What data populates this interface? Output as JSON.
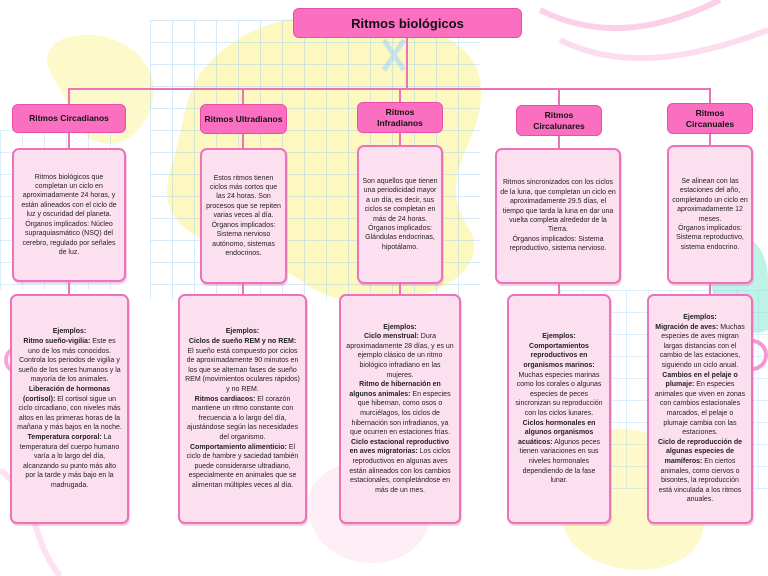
{
  "title": "Ritmos biológicos",
  "columns": [
    {
      "name": "Ritmos Circadianos",
      "description": "Ritmos biológicos que completan un ciclo en aproximadamente 24 horas, y están alineados con el ciclo de luz y oscuridad del planeta.\nÓrganos implicados: Núcleo supraquiasmático (NSQ) del cerebro, regulado por señales de luz.",
      "examples_heading": "Ejemplos:",
      "examples": [
        {
          "label": "Ritmo sueño-vigilia:",
          "text": " Este es uno de los más conocidos. Controla los periodos de vigilia y sueño de los seres humanos y la mayoría de los animales."
        },
        {
          "label": "Liberación de hormonas (cortisol):",
          "text": " El cortisol sigue un ciclo circadiano, con niveles más altos en las primeras horas de la mañana y más bajos en la noche."
        },
        {
          "label": "Temperatura corporal:",
          "text": " La temperatura del cuerpo humano varía a lo largo del día, alcanzando su punto más alto por la tarde y más bajo en la madrugada."
        }
      ]
    },
    {
      "name": "Ritmos Ultradianos",
      "description": "Estos ritmos tienen ciclos más cortos que las 24 horas. Son procesos que se repiten varias veces al día.\nÓrganos implicados: Sistema nervioso autónomo, sistemas endocrinos.",
      "examples_heading": "Ejemplos:",
      "examples": [
        {
          "label": "Ciclos de sueño REM y no REM:",
          "text": " El sueño está compuesto por ciclos de aproximadamente 90 minutos en los que se alternan fases de sueño REM (movimientos oculares rápidos) y no REM."
        },
        {
          "label": "Ritmos cardiacos:",
          "text": " El corazón mantiene un ritmo constante con frecuencia a lo largo del día, ajustándose según las necesidades del organismo."
        },
        {
          "label": "Comportamiento alimenticio:",
          "text": " El ciclo de hambre y saciedad también puede considerarse ultradiano, especialmente en animales que se alimentan múltiples veces al día."
        }
      ]
    },
    {
      "name": "Ritmos Infradianos",
      "description": "Son aquellos que tienen una periodicidad mayor a un día, es decir, sus ciclos se completan en más de 24 horas.\nÓrganos implicados: Glándulas endocrinas, hipotálamo.",
      "examples_heading": "Ejemplos:",
      "examples": [
        {
          "label": "Ciclo menstrual:",
          "text": " Dura aproximadamente 28 días, y es un ejemplo clásico de un ritmo biológico infradiano en las mujeres."
        },
        {
          "label": "Ritmo de hibernación en algunos animales:",
          "text": " En especies que hibernan, como osos o murciélagos, los ciclos de hibernación son infradianos, ya que ocurren en estaciones frías."
        },
        {
          "label": "Ciclo estacional reproductivo en aves migratorias:",
          "text": " Los ciclos reproductivos en algunas aves están alineados con los cambios estacionales, completándose en más de un mes."
        }
      ]
    },
    {
      "name": "Ritmos Circalunares",
      "description": "Ritmos sincronizados con los ciclos de la luna, que completan un ciclo en aproximadamente 29.5 días, el tiempo que tarda la luna en dar una vuelta completa alrededor de la Tierra.\nÓrganos implicados: Sistema reproductivo, sistema nervioso.",
      "examples_heading": "Ejemplos:",
      "examples": [
        {
          "label": "Comportamientos reproductivos en organismos marinos:",
          "text": " Muchas especies marinas como los corales o algunas especies de peces sincronizan su reproducción con los ciclos lunares."
        },
        {
          "label": "Ciclos hormonales en algunos organismos acuáticos:",
          "text": " Algunos peces tienen variaciones en sus niveles hormonales dependiendo de la fase lunar."
        }
      ]
    },
    {
      "name": "Ritmos Circanuales",
      "description": "Se alinean con las estaciones del año, completando un ciclo en aproximadamente 12 meses.\nÓrganos implicados: Sistema reproductivo, sistema endocrino.",
      "examples_heading": "Ejemplos:",
      "examples": [
        {
          "label": "Migración de aves:",
          "text": " Muchas especies de aves migran largas distancias con el cambio de las estaciones, siguiendo un ciclo anual."
        },
        {
          "label": "Cambios en el pelaje o plumaje:",
          "text": " En especies animales que viven en zonas con cambios estacionales marcados, el pelaje o plumaje cambia con las estaciones."
        },
        {
          "label": "Ciclo de reproducción de algunas especies de mamíferos:",
          "text": " En ciertos animales, como ciervos o bisontes, la reproducción está vinculada a los ritmos anuales."
        }
      ]
    }
  ],
  "colors": {
    "accent": "#fb6fc1",
    "box_fill": "#fde0ef",
    "connector": "#ec72b9",
    "grid": "#96c8f0",
    "blob_yellow": "#fdf7b5",
    "blob_teal": "#aef0e0"
  }
}
